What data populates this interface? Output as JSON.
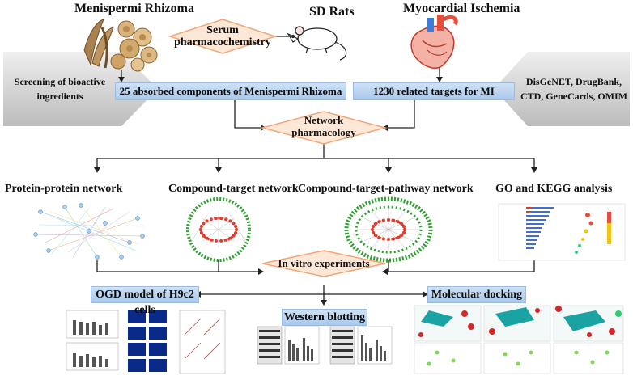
{
  "top": {
    "menispermi": "Menispermi Rhizoma",
    "sd_rats": "SD Rats",
    "mi": "Myocardial Ischemia",
    "serum_line1": "Serum",
    "serum_line2": "pharmacochemistry"
  },
  "left_band": {
    "line1": "Screening of bioactive",
    "line2": "ingredients"
  },
  "right_band": {
    "line1": "DisGeNET, DrugBank,",
    "line2": "CTD, GeneCards, OMIM"
  },
  "boxes": {
    "absorbed": "25 absorbed components of Menispermi Rhizoma",
    "targets": "1230 related targets for MI"
  },
  "network": {
    "line1": "Network",
    "line2": "pharmacology"
  },
  "analyses": {
    "ppi": "Protein-protein network",
    "ct": "Compound-target network",
    "ctp": "Compound-target-pathway network",
    "go": "GO and KEGG  analysis"
  },
  "in_vitro": "In vitro experiments",
  "experiments": {
    "ogd": "OGD model of H9c2 cells",
    "docking": "Molecular docking",
    "western": "Western blotting"
  },
  "colors": {
    "diamond_fill": "#fde7d6",
    "diamond_stroke": "#f1a679",
    "box_blue": "#b9d3ef",
    "band_grey": "#cfcfcf",
    "node_red": "#e23b2e",
    "node_green": "#2ca02c"
  }
}
